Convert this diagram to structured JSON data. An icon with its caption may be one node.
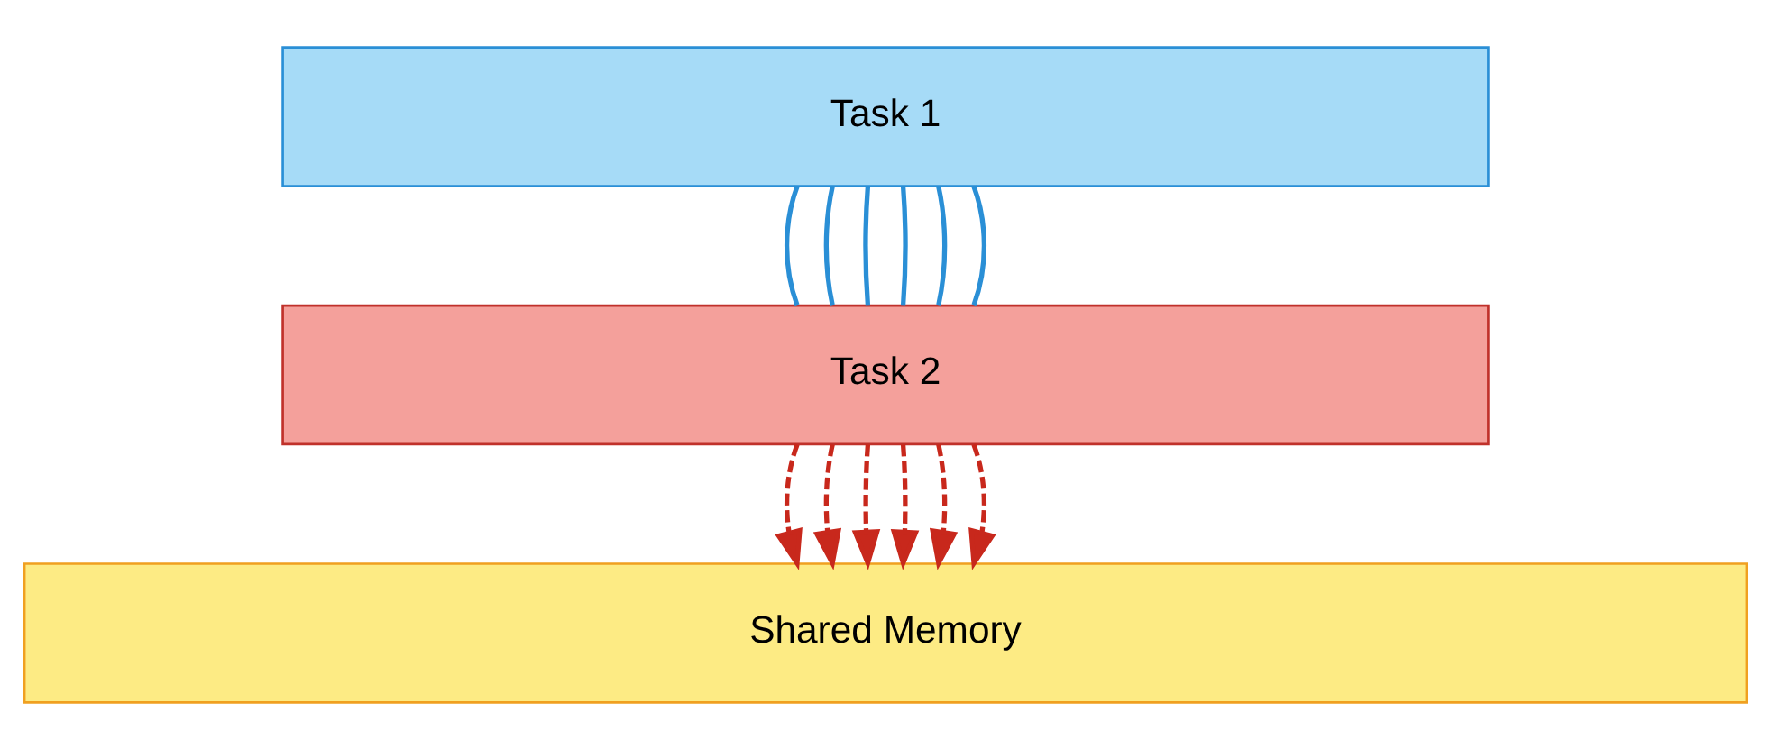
{
  "diagram": {
    "nodes": [
      {
        "text": [
          "Task 1"
        ]
      },
      {
        "text": [
          "Task 2"
        ]
      },
      {
        "text": [
          "Shared Memory"
        ]
      }
    ],
    "edges": [
      {
        "from": 0,
        "to": 1,
        "arrow": "none"
      },
      {
        "from": 0,
        "to": 1,
        "arrow": "none"
      },
      {
        "from": 0,
        "to": 1,
        "arrow": "none"
      },
      {
        "from": 0,
        "to": 1,
        "arrow": "none"
      },
      {
        "from": 0,
        "to": 1,
        "arrow": "none"
      },
      {
        "from": 0,
        "to": 1,
        "arrow": "none"
      },
      {
        "from": 1,
        "to": 2,
        "arrow": "to",
        "style": "dashed",
        "color": "#c8281c"
      },
      {
        "from": 1,
        "to": 2,
        "arrow": "to",
        "style": "dashed",
        "color": "#c8281c"
      },
      {
        "from": 1,
        "to": 2,
        "arrow": "to",
        "style": "dashed",
        "color": "#c8281c"
      },
      {
        "from": 1,
        "to": 2,
        "arrow": "to",
        "style": "dashed",
        "color": "#c8281c"
      },
      {
        "from": 1,
        "to": 2,
        "arrow": "to",
        "style": "dashed",
        "color": "#c8281c"
      },
      {
        "from": 1,
        "to": 2,
        "arrow": "to",
        "style": "dashed",
        "color": "#c8281c"
      }
    ]
  }
}
